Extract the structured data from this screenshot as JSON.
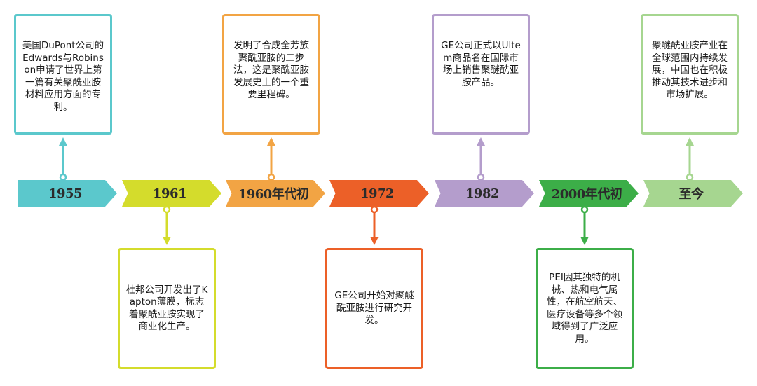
{
  "timeline": {
    "events": [
      {
        "date": "1955",
        "text": "美国DuPont公司的Edwards与Robinson申请了世界上第一篇有关聚酰亚胺材料应用方面的专利。",
        "color": "#5bc8cc",
        "position": "above"
      },
      {
        "date": "1961",
        "text": "杜邦公司开发出了Kapton薄膜，标志着聚酰亚胺实现了商业化生产。",
        "color": "#d4dc2c",
        "position": "below"
      },
      {
        "date": "1960年代初",
        "text": "发明了合成全芳族聚酰亚胺的二步法，这是聚酰亚胺发展史上的一个重要里程碑。",
        "color": "#f2a444",
        "position": "above"
      },
      {
        "date": "1972",
        "text": "GE公司开始对聚醚酰亚胺进行研究开发。",
        "color": "#ec6028",
        "position": "below"
      },
      {
        "date": "1982",
        "text": "GE公司正式以Ultem商品名在国际市场上销售聚醚酰亚胺产品。",
        "color": "#b49dcc",
        "position": "above"
      },
      {
        "date": "2000年代初",
        "text": "PEI因其独特的机械、热和电气属性，在航空航天、医疗设备等多个领域得到了广泛应用。",
        "color": "#3cae48",
        "position": "below"
      },
      {
        "date": "至今",
        "text": "聚醚酰亚胺产业在全球范围内持续发展，中国也在积极推动其技术进步和市场扩展。",
        "color": "#a6d690",
        "position": "above"
      }
    ]
  }
}
